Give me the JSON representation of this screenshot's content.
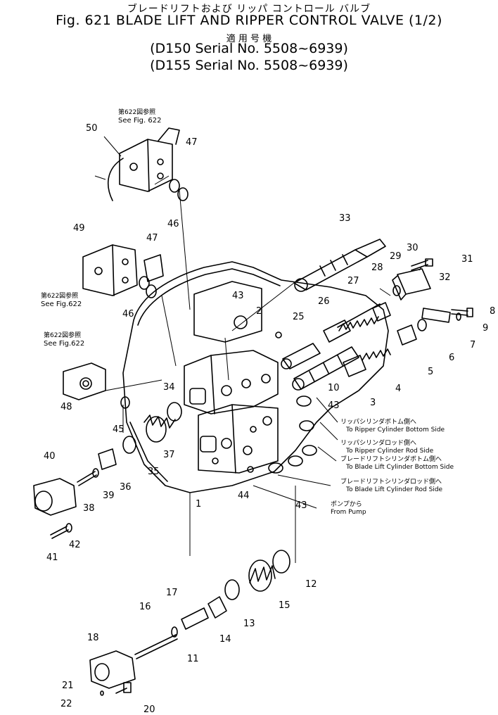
{
  "title": {
    "jp": "ブレードリフトおよび リッパ コントロール バルブ",
    "en": "Fig. 621  BLADE LIFT AND RIPPER CONTROL VALVE (1/2)",
    "applicable_jp": "適 用 号 機",
    "serial_1": "(D150 Serial No. 5508~6939)",
    "serial_2": "(D155 Serial No. 5508~6939)"
  },
  "refs": {
    "see622_top_jp": "第622図参照",
    "see622_top_en": "See Fig. 622",
    "see622_mid_jp": "第622図参照",
    "see622_mid_en": "See Fig.622",
    "see622_low_jp": "第622図参照",
    "see622_low_en": "See Fig.622"
  },
  "ports": {
    "ripper_bottom_jp": "リッパシリンダボトム側へ",
    "ripper_bottom_en": "To Ripper Cylinder Bottom Side",
    "ripper_rod_jp": "リッパシリンダロッド側へ",
    "ripper_rod_en": "To Ripper Cylinder Rod Side",
    "blade_bottom_jp": "ブレードリフトシリンダボトム側へ",
    "blade_bottom_en": "To Blade Lift Cylinder Bottom Side",
    "blade_rod_jp": "ブレードリフトシリンダロッド側へ",
    "blade_rod_en": "To Blade Lift Cylinder Rod Side",
    "pump_jp": "ポンプから",
    "pump_en": "From Pump"
  },
  "callouts": {
    "p1": "1",
    "p2": "2",
    "p3": "3",
    "p4": "4",
    "p5": "5",
    "p6": "6",
    "p7": "7",
    "p8": "8",
    "p9": "9",
    "p10": "10",
    "p11": "11",
    "p12": "12",
    "p13": "13",
    "p14": "14",
    "p15": "15",
    "p16": "16",
    "p17": "17",
    "p18": "18",
    "p20": "20",
    "p21": "21",
    "p22": "22",
    "p25": "25",
    "p26": "26",
    "p27": "27",
    "p28": "28",
    "p29": "29",
    "p30": "30",
    "p31": "31",
    "p32": "32",
    "p33": "33",
    "p34": "34",
    "p35": "35",
    "p36": "36",
    "p37": "37",
    "p38": "38",
    "p39": "39",
    "p40": "40",
    "p41": "41",
    "p42": "42",
    "p43": "43",
    "p44": "44",
    "p45": "45",
    "p46": "46",
    "p47": "47",
    "p48": "48",
    "p49": "49",
    "p50": "50"
  }
}
